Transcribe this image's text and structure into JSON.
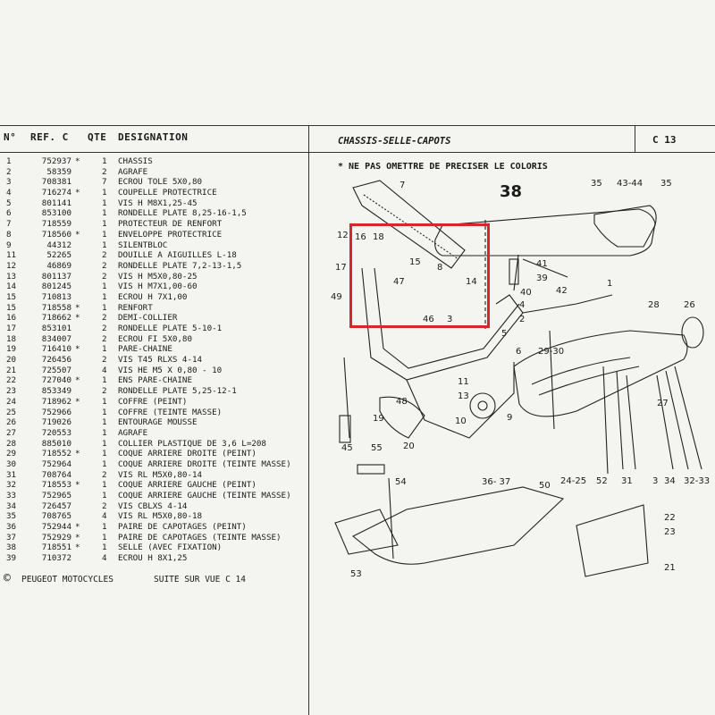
{
  "header": {
    "no": "N°",
    "ref": "REF. C",
    "qte": "QTE",
    "designation": "DESIGNATION",
    "diagram_title": "CHASSIS-SELLE-CAPOTS",
    "page_code": "C 13"
  },
  "note": "* NE PAS OMETTRE DE PRECISER LE COLORIS",
  "parts": [
    {
      "no": "1",
      "ref": "752937",
      "star": "*",
      "qte": "1",
      "des": "CHASSIS"
    },
    {
      "no": "2",
      "ref": "58359",
      "star": "",
      "qte": "2",
      "des": "AGRAFE"
    },
    {
      "no": "3",
      "ref": "708381",
      "star": "",
      "qte": "7",
      "des": "ECROU TOLE 5X0,80"
    },
    {
      "no": "4",
      "ref": "716274",
      "star": "*",
      "qte": "1",
      "des": "COUPELLE PROTECTRICE"
    },
    {
      "no": "5",
      "ref": "801141",
      "star": "",
      "qte": "1",
      "des": "VIS H M8X1,25-45"
    },
    {
      "no": "6",
      "ref": "853100",
      "star": "",
      "qte": "1",
      "des": "RONDELLE PLATE 8,25-16-1,5"
    },
    {
      "no": "7",
      "ref": "718559",
      "star": "",
      "qte": "1",
      "des": "PROTECTEUR DE RENFORT"
    },
    {
      "no": "8",
      "ref": "718560",
      "star": "*",
      "qte": "1",
      "des": "ENVELOPPE PROTECTRICE"
    },
    {
      "no": "9",
      "ref": "44312",
      "star": "",
      "qte": "1",
      "des": "SILENTBLOC"
    },
    {
      "no": "11",
      "ref": "52265",
      "star": "",
      "qte": "2",
      "des": "DOUILLE A AIGUILLES L-18"
    },
    {
      "no": "12",
      "ref": "46869",
      "star": "",
      "qte": "2",
      "des": "RONDELLE PLATE 7,2-13-1,5"
    },
    {
      "no": "13",
      "ref": "801137",
      "star": "",
      "qte": "2",
      "des": "VIS H M5X0,80-25"
    },
    {
      "no": "14",
      "ref": "801245",
      "star": "",
      "qte": "1",
      "des": "VIS H M7X1,00-60"
    },
    {
      "no": "15",
      "ref": "710813",
      "star": "",
      "qte": "1",
      "des": "ECROU H 7X1,00"
    },
    {
      "no": "15",
      "ref": "718558",
      "star": "*",
      "qte": "1",
      "des": "RENFORT"
    },
    {
      "no": "16",
      "ref": "718662",
      "star": "*",
      "qte": "2",
      "des": "DEMI-COLLIER"
    },
    {
      "no": "17",
      "ref": "853101",
      "star": "",
      "qte": "2",
      "des": "RONDELLE PLATE 5-10-1"
    },
    {
      "no": "18",
      "ref": "834007",
      "star": "",
      "qte": "2",
      "des": "ECROU FI 5X0,80"
    },
    {
      "no": "19",
      "ref": "716410",
      "star": "*",
      "qte": "1",
      "des": "PARE-CHAINE"
    },
    {
      "no": "20",
      "ref": "726456",
      "star": "",
      "qte": "2",
      "des": "VIS T45 RLXS 4-14"
    },
    {
      "no": "21",
      "ref": "725507",
      "star": "",
      "qte": "4",
      "des": "VIS HE M5 X 0,80 - 10"
    },
    {
      "no": "22",
      "ref": "727040",
      "star": "*",
      "qte": "1",
      "des": "ENS PARE-CHAINE"
    },
    {
      "no": "23",
      "ref": "853349",
      "star": "",
      "qte": "2",
      "des": "RONDELLE PLATE 5,25-12-1"
    },
    {
      "no": "24",
      "ref": "718962",
      "star": "*",
      "qte": "1",
      "des": "COFFRE (PEINT)"
    },
    {
      "no": "25",
      "ref": "752966",
      "star": "",
      "qte": "1",
      "des": "COFFRE (TEINTE MASSE)"
    },
    {
      "no": "26",
      "ref": "719026",
      "star": "",
      "qte": "1",
      "des": "ENTOURAGE MOUSSE"
    },
    {
      "no": "27",
      "ref": "720553",
      "star": "",
      "qte": "1",
      "des": "AGRAFE"
    },
    {
      "no": "28",
      "ref": "885010",
      "star": "",
      "qte": "1",
      "des": "COLLIER PLASTIQUE DE 3,6 L=208"
    },
    {
      "no": "29",
      "ref": "718552",
      "star": "*",
      "qte": "1",
      "des": "COQUE ARRIERE DROITE (PEINT)"
    },
    {
      "no": "30",
      "ref": "752964",
      "star": "",
      "qte": "1",
      "des": "COQUE ARRIERE DROITE (TEINTE MASSE)"
    },
    {
      "no": "31",
      "ref": "708764",
      "star": "",
      "qte": "2",
      "des": "VIS RL M5X0,80-14"
    },
    {
      "no": "32",
      "ref": "718553",
      "star": "*",
      "qte": "1",
      "des": "COQUE ARRIERE GAUCHE (PEINT)"
    },
    {
      "no": "33",
      "ref": "752965",
      "star": "",
      "qte": "1",
      "des": "COQUE ARRIERE GAUCHE (TEINTE MASSE)"
    },
    {
      "no": "34",
      "ref": "726457",
      "star": "",
      "qte": "2",
      "des": "VIS CBLXS 4-14"
    },
    {
      "no": "35",
      "ref": "708765",
      "star": "",
      "qte": "4",
      "des": "VIS RL M5X0,80-18"
    },
    {
      "no": "36",
      "ref": "752944",
      "star": "*",
      "qte": "1",
      "des": "PAIRE DE CAPOTAGES (PEINT)"
    },
    {
      "no": "37",
      "ref": "752929",
      "star": "*",
      "qte": "1",
      "des": "PAIRE DE CAPOTAGES (TEINTE MASSE)"
    },
    {
      "no": "38",
      "ref": "718551",
      "star": "*",
      "qte": "1",
      "des": "SELLE (AVEC FIXATION)"
    },
    {
      "no": "39",
      "ref": "710372",
      "star": "",
      "qte": "4",
      "des": "ECROU H 8X1,25"
    }
  ],
  "footer": {
    "copyright_symbol": "©",
    "brand": "PEUGEOT MOTOCYCLES",
    "continued": "SUITE SUR VUE C 14"
  },
  "diagram_labels": [
    "38",
    "7",
    "35",
    "43-44",
    "35",
    "16",
    "18",
    "12",
    "15",
    "8",
    "17",
    "47",
    "49",
    "14",
    "1",
    "46",
    "3",
    "41",
    "39",
    "42",
    "40",
    "4",
    "2",
    "28",
    "26",
    "5",
    "6",
    "29-30",
    "11",
    "13",
    "48",
    "10",
    "9",
    "19",
    "27",
    "20",
    "45",
    "55",
    "24-25",
    "52",
    "31",
    "3",
    "34",
    "32-33",
    "50",
    "54",
    "36- 37",
    "22",
    "23",
    "53",
    "21"
  ],
  "colors": {
    "highlight": "#d9262a"
  }
}
